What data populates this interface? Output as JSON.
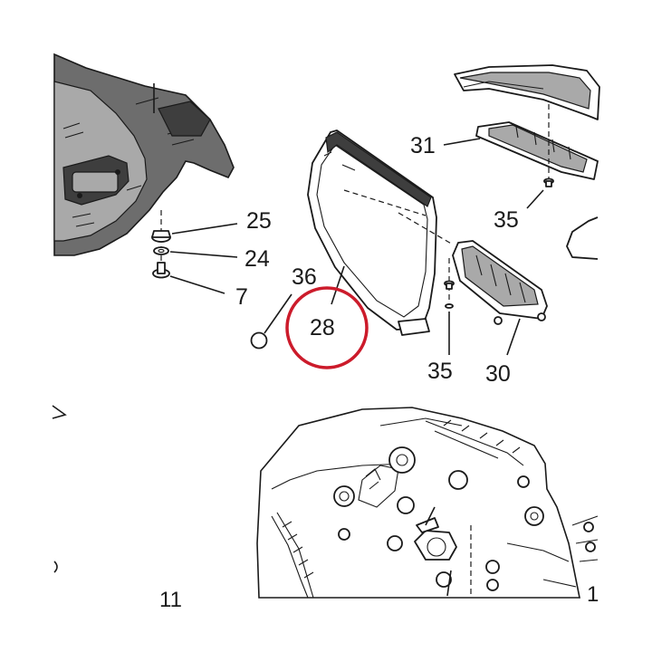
{
  "callouts": {
    "c25": "25",
    "c24": "24",
    "c7": "7",
    "c36": "36",
    "c28": "28",
    "c31": "31",
    "c35a": "35",
    "c35b": "35",
    "c30": "30",
    "c11": "11",
    "c1": "1"
  },
  "highlight": {
    "target": "28",
    "color": "#cc1b2b"
  }
}
